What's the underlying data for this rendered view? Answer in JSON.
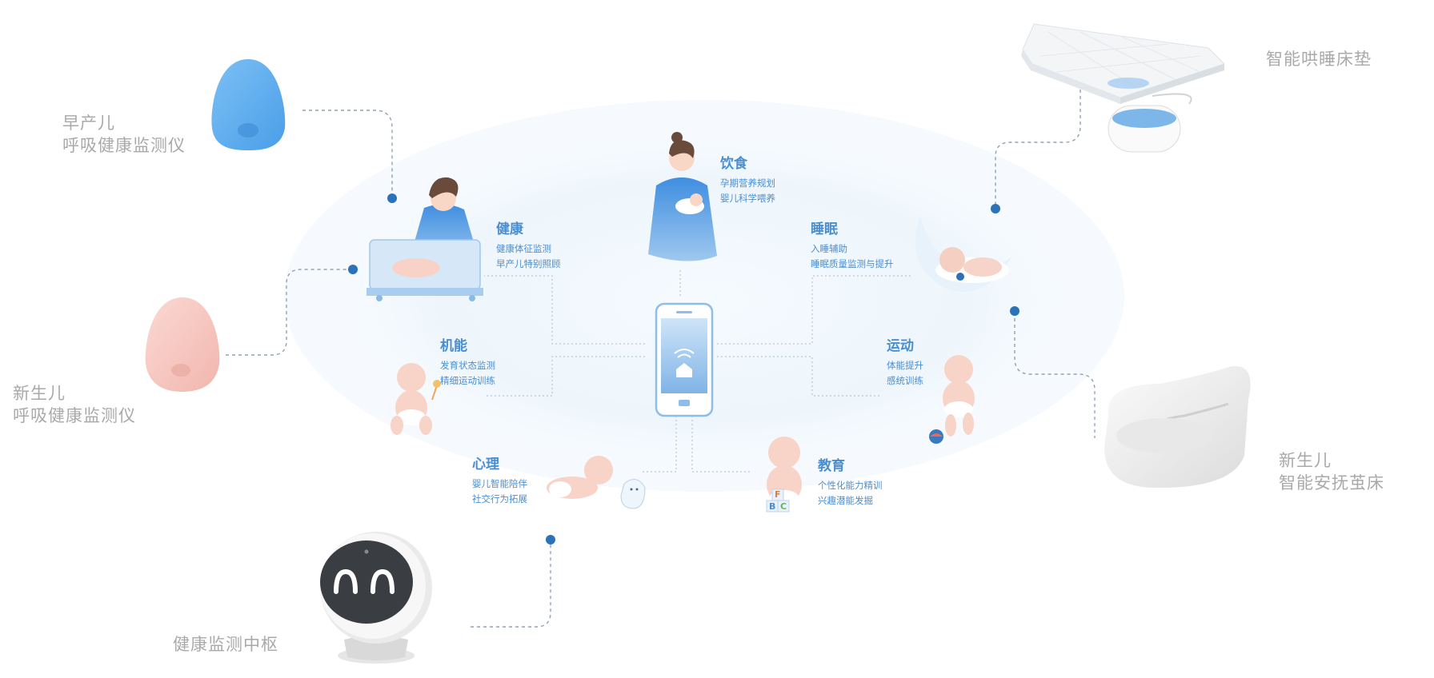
{
  "devices": {
    "preterm_monitor": {
      "line1": "早产儿",
      "line2": "呼吸健康监测仪",
      "color": "#5aaaf0"
    },
    "newborn_monitor": {
      "line1": "新生儿",
      "line2": "呼吸健康监测仪",
      "color": "#f6c6c0"
    },
    "hub": {
      "label": "健康监测中枢"
    },
    "sleep_mattress": {
      "label": "智能哄睡床垫"
    },
    "cocoon_bed": {
      "line1": "新生儿",
      "line2": "智能安抚茧床"
    }
  },
  "categories": {
    "health": {
      "title": "健康",
      "items": [
        "健康体征监测",
        "早产儿特别照顾"
      ]
    },
    "diet": {
      "title": "饮食",
      "items": [
        "孕期营养规划",
        "婴儿科学喂养"
      ]
    },
    "sleep": {
      "title": "睡眠",
      "items": [
        "入睡辅助",
        "睡眠质量监测与提升"
      ]
    },
    "function": {
      "title": "机能",
      "items": [
        "发育状态监测",
        "精细运动训练"
      ]
    },
    "exercise": {
      "title": "运动",
      "items": [
        "体能提升",
        "感统训练"
      ]
    },
    "psychology": {
      "title": "心理",
      "items": [
        "婴儿智能陪伴",
        "社交行为拓展"
      ]
    },
    "education": {
      "title": "教育",
      "items": [
        "个性化能力精训",
        "兴趣潜能发掘"
      ]
    }
  },
  "blocks_text": {
    "b1": "F",
    "b2": "B",
    "b3": "C"
  },
  "colors": {
    "accent": "#4a8ed0",
    "label_gray": "#a9a9a9",
    "halo": "#eef6fc",
    "dot": "#2a73b8"
  }
}
